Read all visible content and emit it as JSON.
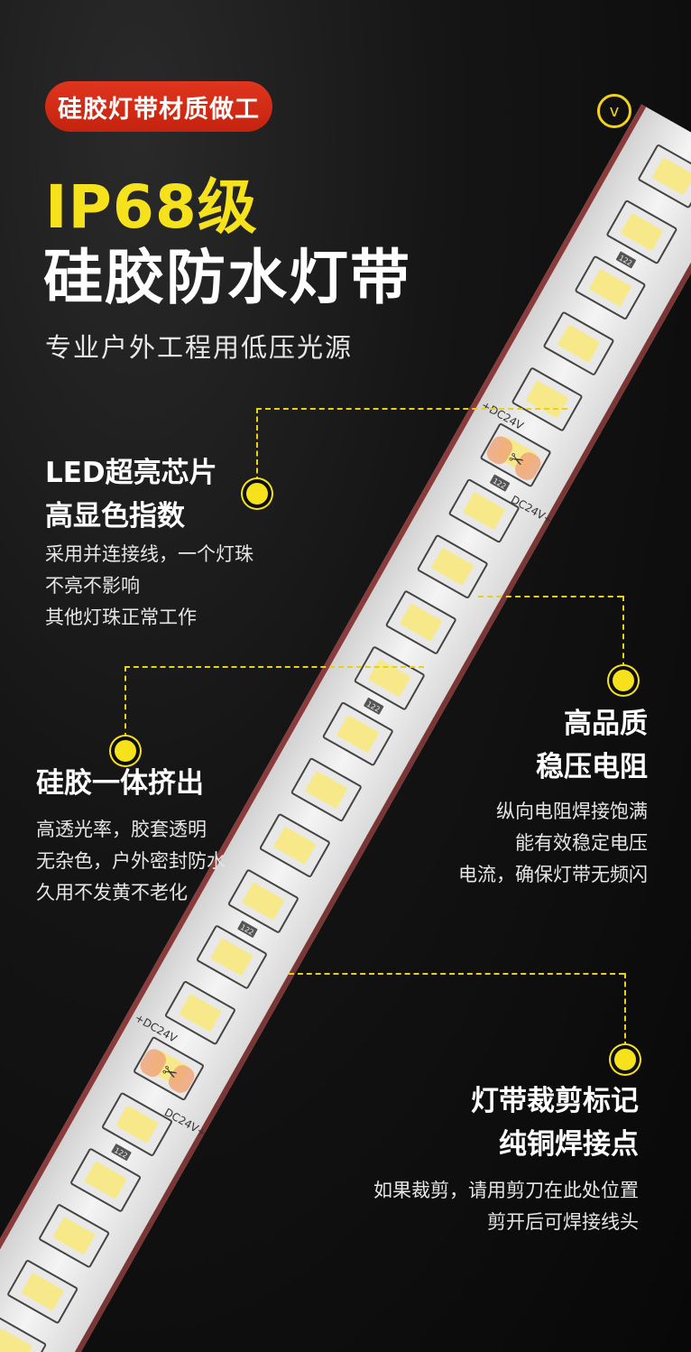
{
  "badge": "硅胶灯带材质做工",
  "v_icon": "v",
  "headline": {
    "line1": "IP68级",
    "line2": "硅胶防水灯带"
  },
  "subtitle": "专业户外工程用低压光源",
  "strip_marks": {
    "voltage": "+DC24V",
    "voltage_rev": "DC24V+",
    "resistor": "122"
  },
  "features": [
    {
      "title_lines": [
        "LED超亮芯片",
        "高显色指数"
      ],
      "desc_lines": [
        "采用并连接线，一个灯珠",
        "不亮不影响",
        "其他灯珠正常工作"
      ]
    },
    {
      "title_lines": [
        "高品质",
        "稳压电阻"
      ],
      "desc_lines": [
        "纵向电阻焊接饱满",
        "能有效稳定电压",
        "电流，确保灯带无频闪"
      ]
    },
    {
      "title_lines": [
        "硅胶一体挤出"
      ],
      "desc_lines": [
        "高透光率，胶套透明",
        "无杂色，户外密封防水",
        "久用不发黄不老化"
      ]
    },
    {
      "title_lines": [
        "灯带裁剪标记",
        "纯铜焊接点"
      ],
      "desc_lines": [
        "如果裁剪，请用剪刀在此处位置",
        "剪开后可焊接线头"
      ]
    }
  ],
  "colors": {
    "accent": "#f5e21c",
    "badge": "#d22c16",
    "background": "#0d0d0d"
  }
}
